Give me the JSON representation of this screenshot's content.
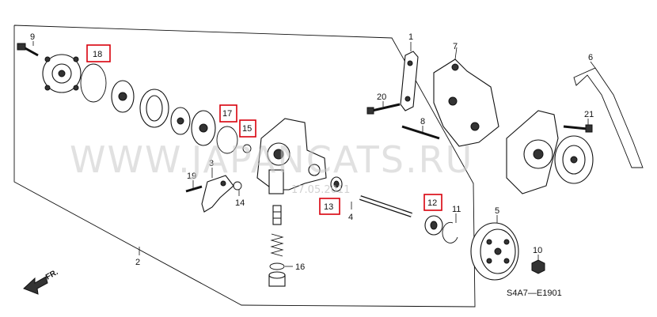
{
  "diagram": {
    "watermark_text": "WWW.JAPANCATS.RU",
    "watermark_date": "17.05.2011",
    "figure_code": "S4A7—E1901",
    "direction_label": "FR.",
    "part_labels": {
      "p1": "1",
      "p2": "2",
      "p3": "3",
      "p4": "4",
      "p5": "5",
      "p6": "6",
      "p7": "7",
      "p8": "8",
      "p9": "9",
      "p10": "10",
      "p11": "11",
      "p12": "12",
      "p13": "13",
      "p14": "14",
      "p15": "15",
      "p16": "16",
      "p17": "17",
      "p18": "18",
      "p19": "19",
      "p20": "20",
      "p21": "21"
    },
    "highlighted_parts": [
      "12",
      "13",
      "15",
      "17",
      "18"
    ],
    "highlight_color": "#d8000c"
  }
}
